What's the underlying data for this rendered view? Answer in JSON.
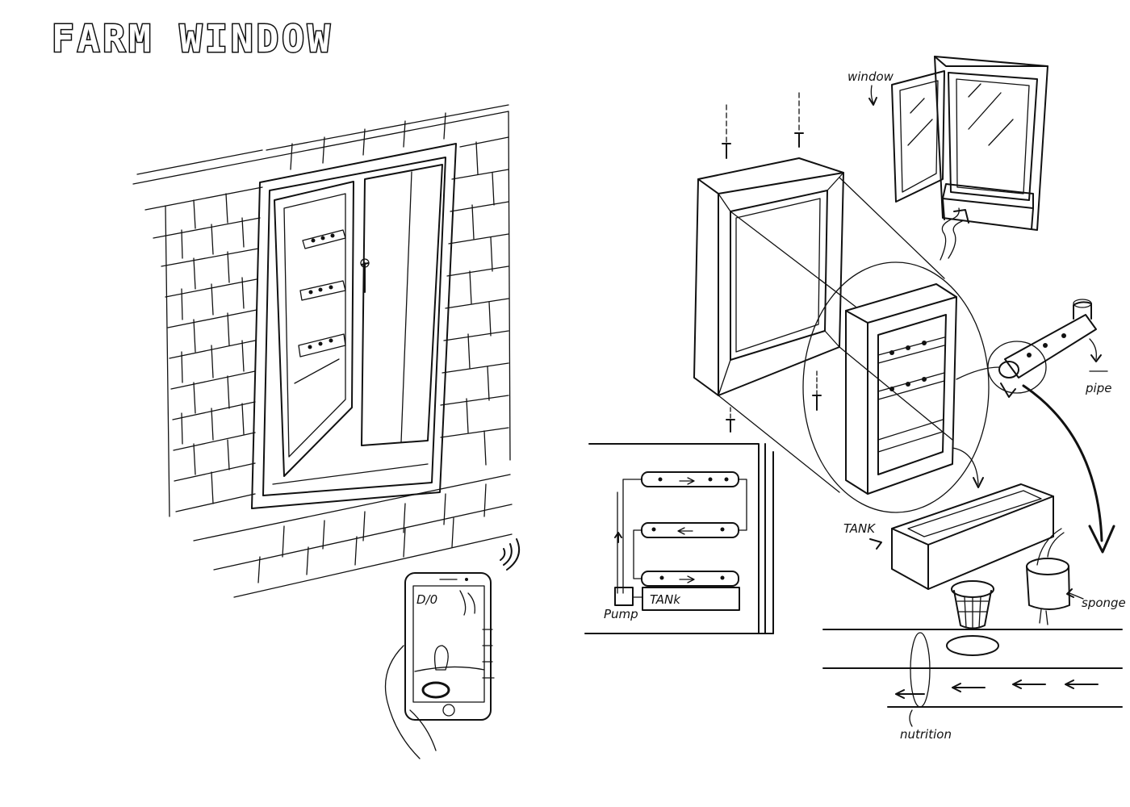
{
  "title": "FARM WINDOW",
  "labels": {
    "window": "window",
    "pipe": "pipe",
    "tank": "TANK",
    "sponge": "sponge",
    "nutrition": "nutrition",
    "pump": "Pump",
    "tank_inset": "TANk",
    "phone_screen": "D/0"
  }
}
